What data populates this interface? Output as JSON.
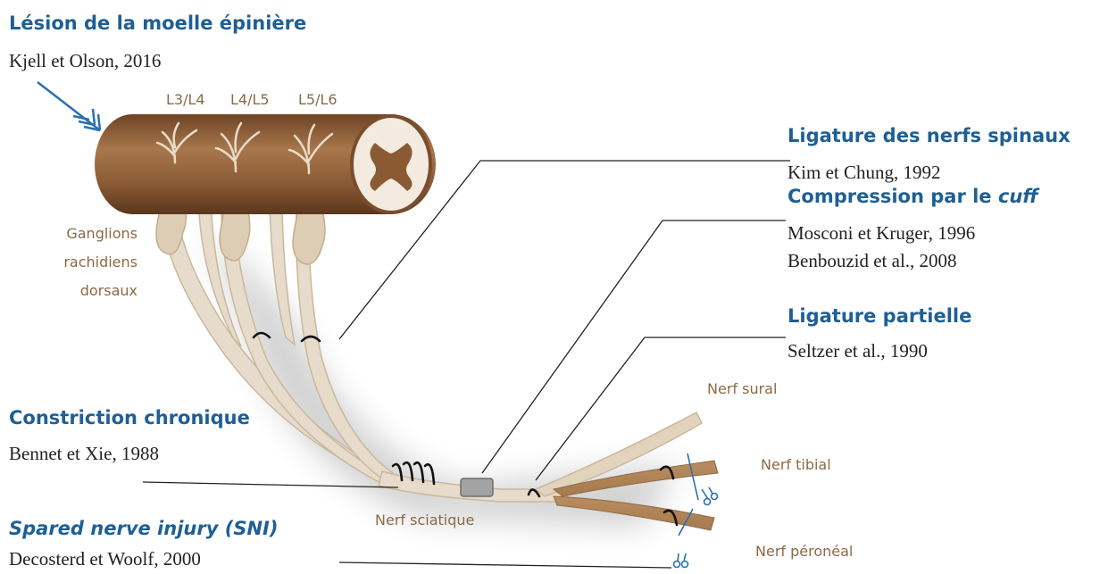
{
  "annotations": {
    "sci": {
      "title": "Lésion de la moelle épinière",
      "ref": "Kjell et Olson, 2016"
    },
    "snl": {
      "title": "Ligature des nerfs spinaux",
      "ref": "Kim et Chung, 1992"
    },
    "cuff": {
      "title_prefix": "Compression par le ",
      "title_em": "cuff",
      "refs": [
        "Mosconi et Kruger, 1996",
        "Benbouzid et al., 2008"
      ]
    },
    "psl": {
      "title": "Ligature partielle",
      "ref": "Seltzer et al., 1990"
    },
    "cci": {
      "title": "Constriction chronique",
      "ref": "Bennet et Xie, 1988"
    },
    "sni": {
      "title": "Spared nerve injury (SNI)",
      "ref": "Decosterd et Woolf, 2000"
    }
  },
  "labels": {
    "segments": [
      "L3/L4",
      "L4/L5",
      "L5/L6"
    ],
    "ganglia": [
      "Ganglions",
      "rachidiens",
      "dorsaux"
    ],
    "sciatic": "Nerf sciatique",
    "sural": "Nerf sural",
    "tibial": "Nerf tibial",
    "peroneal": "Nerf péronéal"
  },
  "colors": {
    "heading": "#1f5f94",
    "label": "#8b6a45",
    "cord": "#8a5a34",
    "nerve": "#e7dccb",
    "nerve_outline": "#c9b89b",
    "injury_tool": "#2a6fb0"
  }
}
